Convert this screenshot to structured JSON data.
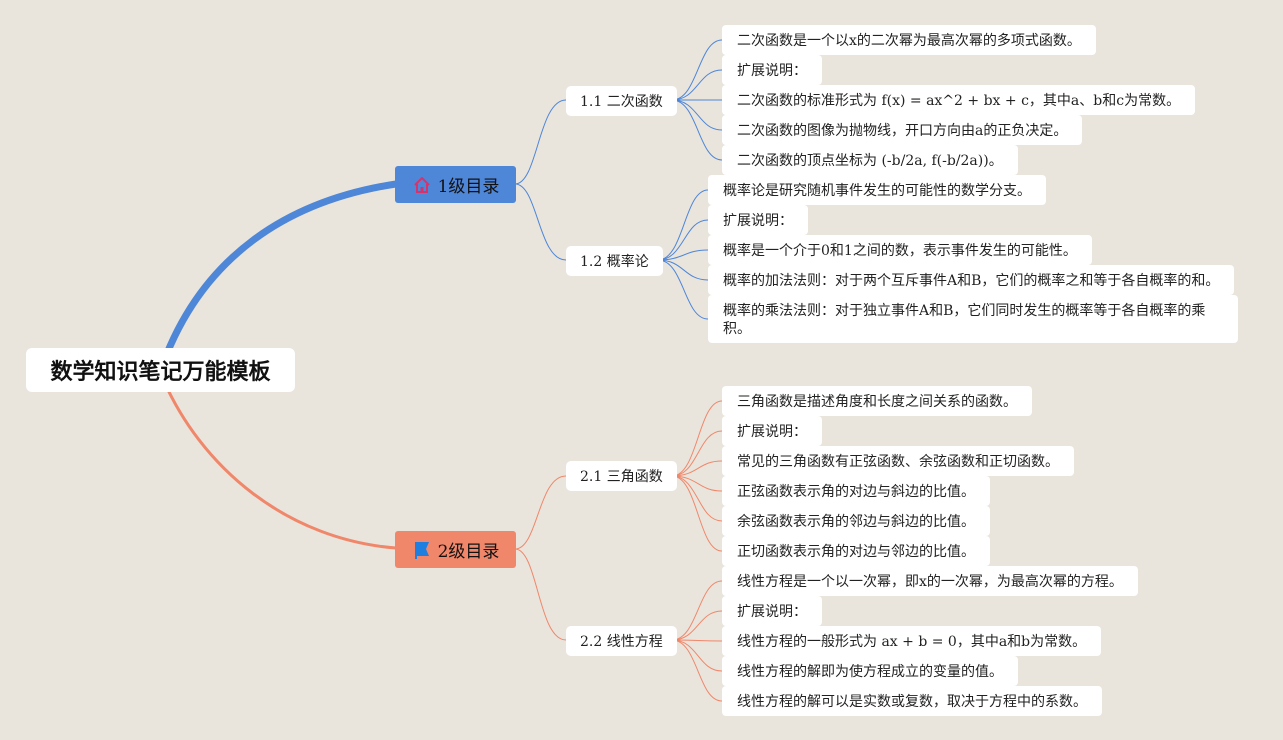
{
  "root": {
    "title": "数学知识笔记万能模板"
  },
  "colors": {
    "blue": "#4e86d8",
    "orange": "#f0876a",
    "background": "#e9e5dd"
  },
  "branches": [
    {
      "label": "1级目录",
      "icon": "house-icon",
      "color": "#4e86d8",
      "children": [
        {
          "label": "1.1 二次函数",
          "leaves": [
            "二次函数是一个以x的二次幂为最高次幂的多项式函数。",
            "扩展说明：",
            "二次函数的标准形式为 f(x) = ax^2 + bx + c，其中a、b和c为常数。",
            "二次函数的图像为抛物线，开口方向由a的正负决定。",
            "二次函数的顶点坐标为 (-b/2a, f(-b/2a))。"
          ]
        },
        {
          "label": "1.2 概率论",
          "leaves": [
            "概率论是研究随机事件发生的可能性的数学分支。",
            "扩展说明：",
            "概率是一个介于0和1之间的数，表示事件发生的可能性。",
            "概率的加法法则：对于两个互斥事件A和B，它们的概率之和等于各自概率的和。",
            "概率的乘法法则：对于独立事件A和B，它们同时发生的概率等于各自概率的乘积。"
          ]
        }
      ]
    },
    {
      "label": "2级目录",
      "icon": "flag-icon",
      "color": "#f0876a",
      "children": [
        {
          "label": "2.1 三角函数",
          "leaves": [
            "三角函数是描述角度和长度之间关系的函数。",
            "扩展说明：",
            "常见的三角函数有正弦函数、余弦函数和正切函数。",
            "正弦函数表示角的对边与斜边的比值。",
            "余弦函数表示角的邻边与斜边的比值。",
            "正切函数表示角的对边与邻边的比值。"
          ]
        },
        {
          "label": "2.2 线性方程",
          "leaves": [
            "线性方程是一个以一次幂，即x的一次幂，为最高次幂的方程。",
            "扩展说明：",
            "线性方程的一般形式为 ax + b = 0，其中a和b为常数。",
            "线性方程的解即为使方程成立的变量的值。",
            "线性方程的解可以是实数或复数，取决于方程中的系数。"
          ]
        }
      ]
    }
  ]
}
